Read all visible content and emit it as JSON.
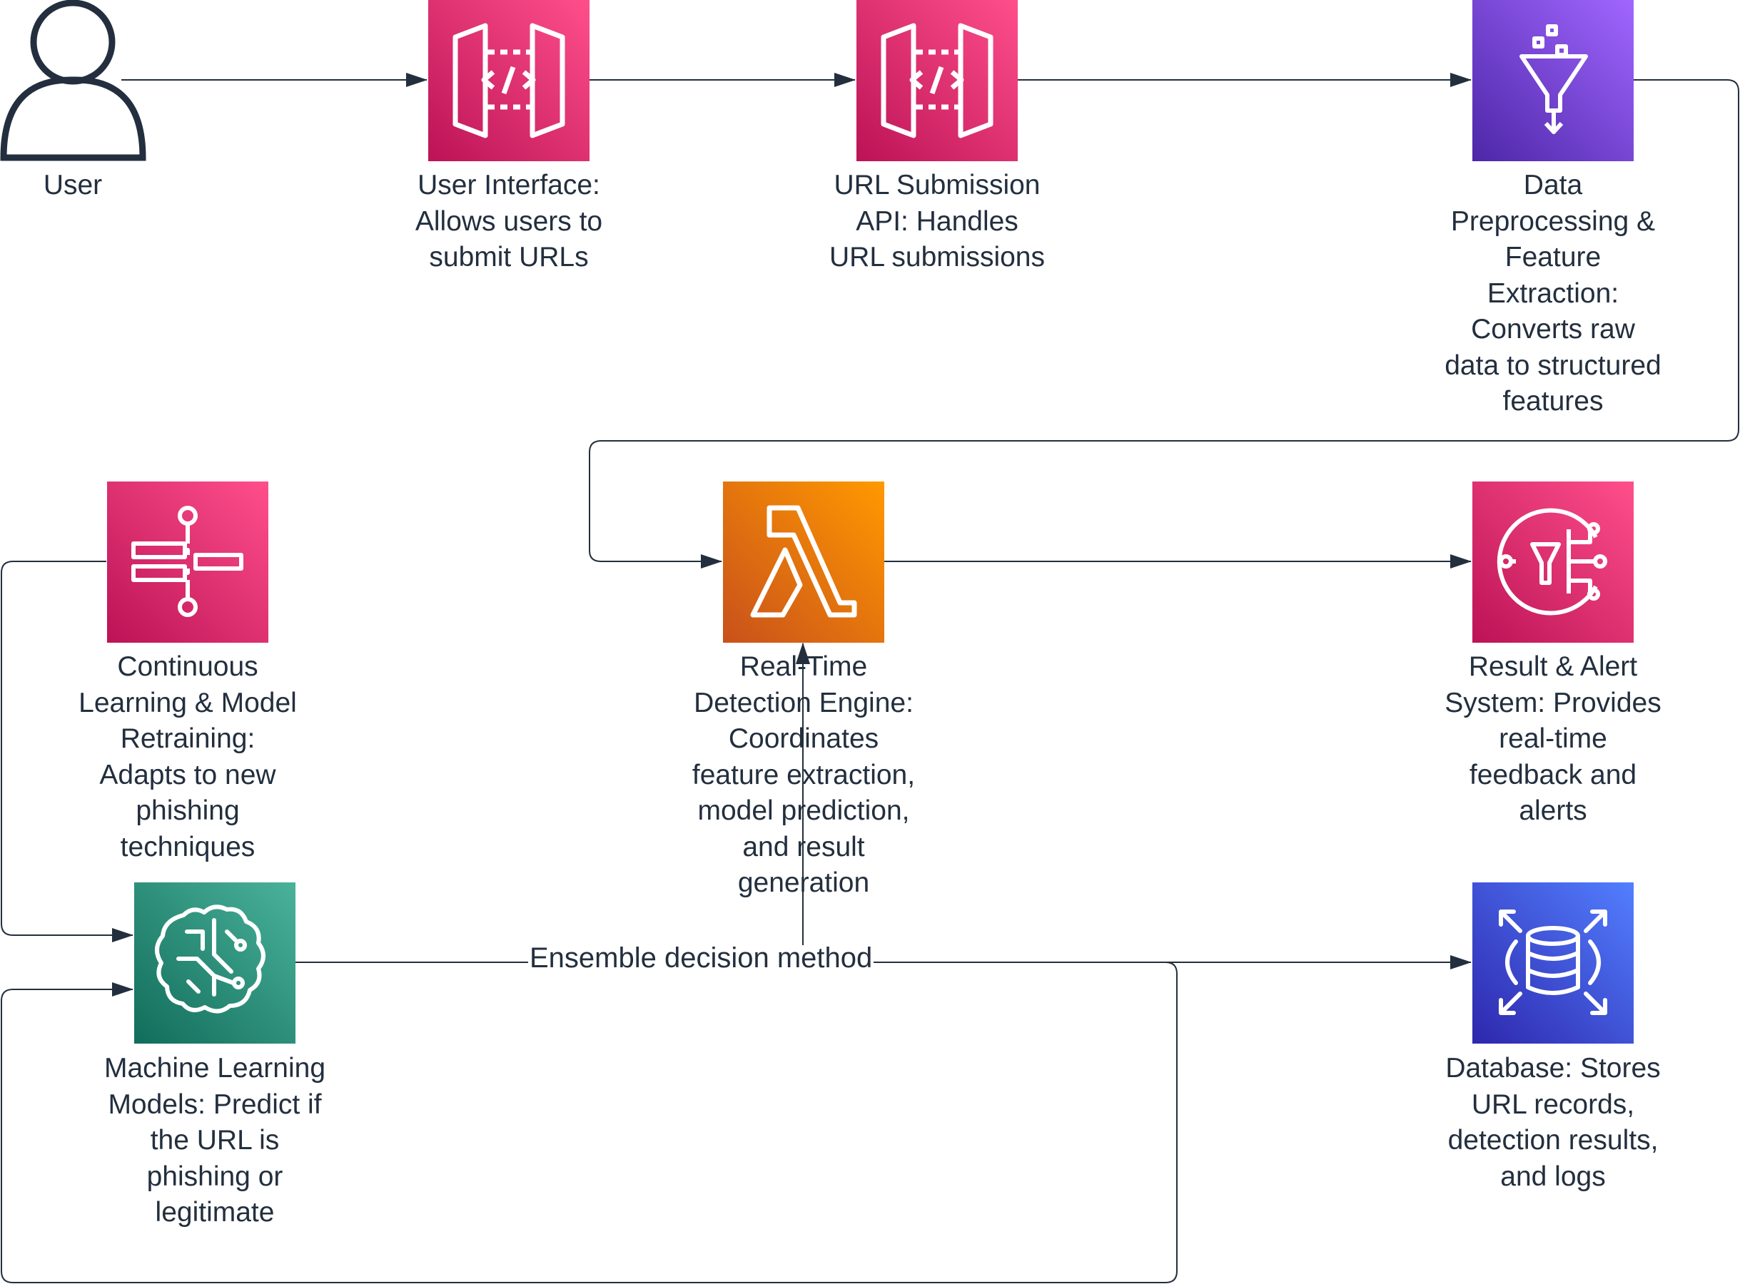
{
  "colors": {
    "edge": "#232f3e",
    "label": "#232f3e",
    "api_gateway_gradient": [
      "#ff4f8b",
      "#bc1356"
    ],
    "analytics_gradient": [
      "#a166ff",
      "#4d27a8"
    ],
    "compute_gradient": [
      "#f78e04",
      "#c8511b"
    ],
    "ml_gradient": [
      "#4ab29a",
      "#116d5b"
    ],
    "database_gradient": [
      "#4d72f3",
      "#3334b9"
    ]
  },
  "nodes": {
    "user": {
      "label": "User",
      "icon": "user-icon"
    },
    "ui": {
      "label": "User Interface:\nAllows users to\nsubmit URLs",
      "icon": "api-gateway-icon"
    },
    "api": {
      "label": "URL Submission\nAPI: Handles\nURL submissions",
      "icon": "api-gateway-icon"
    },
    "preprocess": {
      "label": "Data\nPreprocessing &\nFeature\nExtraction:\nConverts raw\ndata to structured\nfeatures",
      "icon": "glue-funnel-icon"
    },
    "engine": {
      "label": "Real-Time\nDetection Engine:\nCoordinates\nfeature extraction,\nmodel prediction,\nand result\ngeneration",
      "icon": "lambda-icon"
    },
    "alert": {
      "label": "Result & Alert\nSystem: Provides\nreal-time\nfeedback and\nalerts",
      "icon": "event-filter-icon"
    },
    "retrain": {
      "label": "Continuous\nLearning & Model\nRetraining:\nAdapts to new\nphishing\ntechniques",
      "icon": "step-functions-icon"
    },
    "ml": {
      "label": "Machine Learning\nModels: Predict if\nthe URL is\nphishing or\nlegitimate",
      "icon": "sagemaker-brain-icon"
    },
    "db": {
      "label": "Database: Stores\nURL records,\ndetection results,\nand logs",
      "icon": "database-icon"
    }
  },
  "edges": [
    {
      "from": "user",
      "to": "ui"
    },
    {
      "from": "ui",
      "to": "api"
    },
    {
      "from": "api",
      "to": "preprocess"
    },
    {
      "from": "preprocess",
      "to": "engine"
    },
    {
      "from": "engine",
      "to": "alert"
    },
    {
      "from": "retrain",
      "to": "ml"
    },
    {
      "from": "ml",
      "to": "db",
      "label": "Ensemble decision method"
    },
    {
      "from": "ml",
      "to": "engine"
    },
    {
      "from": "ml",
      "to": "ml"
    }
  ]
}
